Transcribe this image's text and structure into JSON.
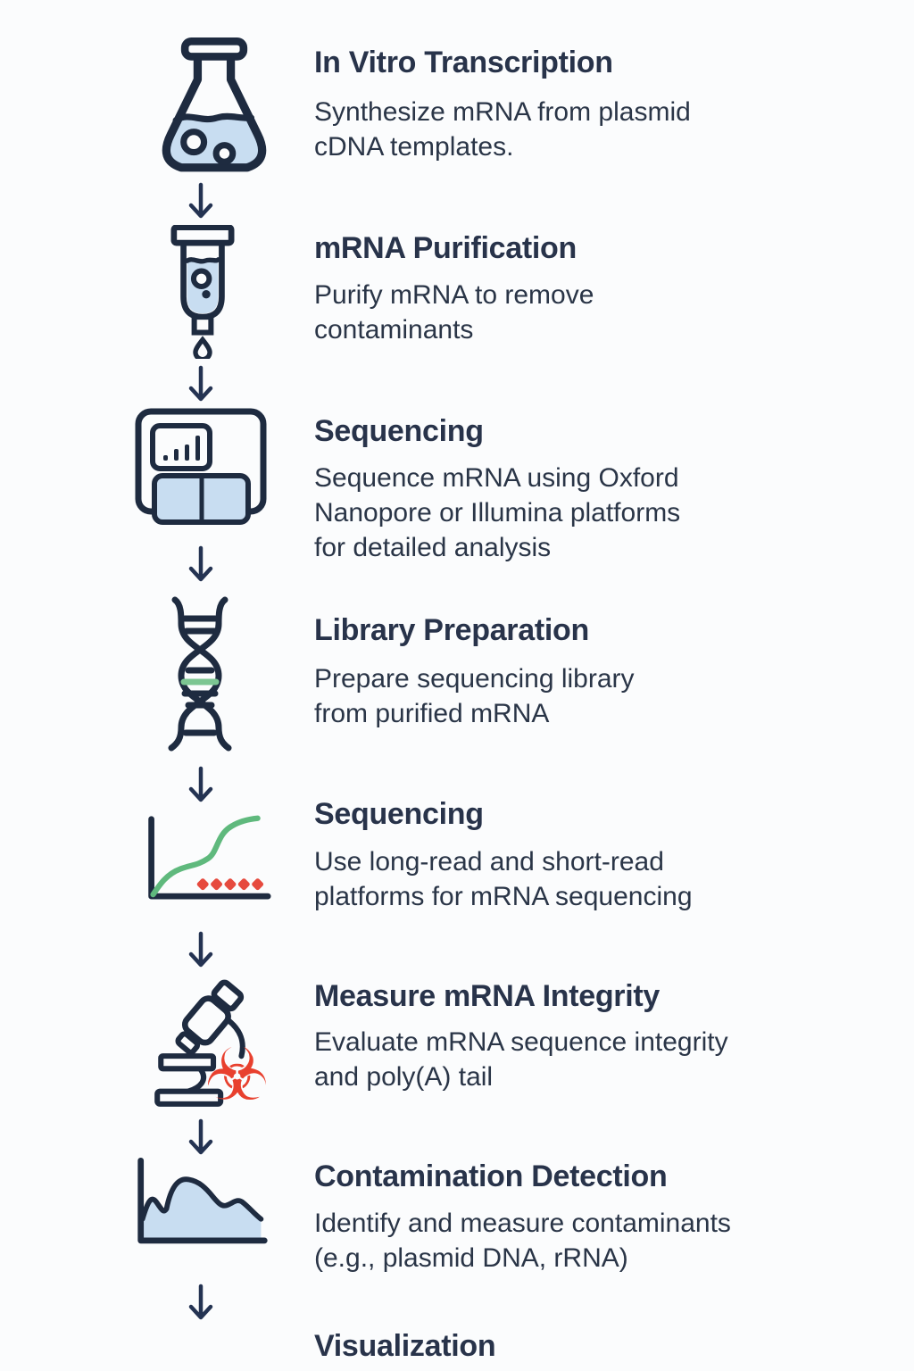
{
  "page": {
    "background": "#fbfcfd"
  },
  "colors": {
    "navy_stroke": "#1e2b40",
    "title_text": "#28334a",
    "description_text": "#2a3547",
    "light_blue_fill": "#c8ddf1",
    "green_curve": "#5fb97d",
    "green_rung": "#7cc692",
    "red_accent": "#e64a3e"
  },
  "connector": {
    "glyph": "down-arrow"
  },
  "steps": [
    {
      "id": "in-vitro-transcription",
      "icon": "flask-icon",
      "title": "In Vitro Transcription",
      "description": "Synthesize mRNA from plasmid\ncDNA templates."
    },
    {
      "id": "mrna-purification",
      "icon": "purification-column-icon",
      "title": "mRNA Purification",
      "description": "Purify mRNA to remove\ncontaminants"
    },
    {
      "id": "sequencing-platforms",
      "icon": "sequencer-machine-icon",
      "title": "Sequencing",
      "description": "Sequence mRNA using Oxford\nNanopore or Illumina platforms\nfor detailed analysis"
    },
    {
      "id": "library-preparation",
      "icon": "dna-helix-icon",
      "title": "Library Preparation",
      "description": "Prepare sequencing library\nfrom purified mRNA"
    },
    {
      "id": "sequencing-reads",
      "icon": "read-length-chart-icon",
      "title": "Sequencing",
      "description": "Use long-read and short-read\nplatforms for mRNA sequencing"
    },
    {
      "id": "measure-mrna-integrity",
      "icon": "microscope-biohazard-icon",
      "title": "Measure mRNA Integrity",
      "description": "Evaluate mRNA sequence integrity\nand poly(A) tail"
    },
    {
      "id": "contamination-detection",
      "icon": "contamination-area-chart-icon",
      "title": "Contamination Detection",
      "description": "Identify and measure contaminants\n(e.g., plasmid DNA, rRNA)"
    },
    {
      "id": "visualization",
      "icon": "none",
      "title": "Visualization",
      "description": ""
    }
  ]
}
